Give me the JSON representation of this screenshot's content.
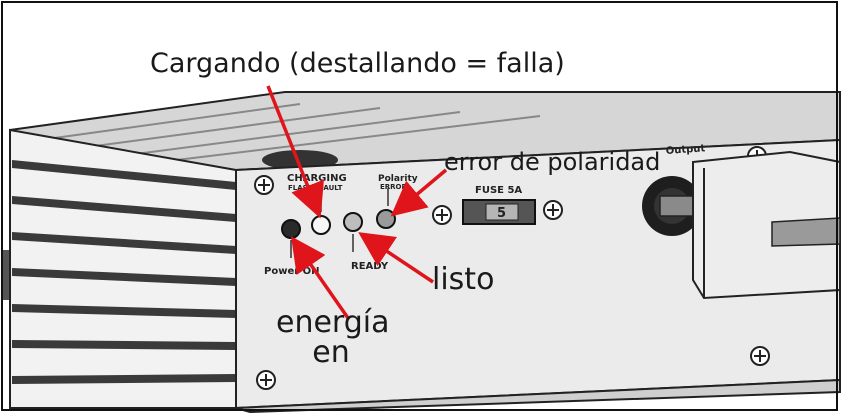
{
  "callouts": {
    "charging": "Cargando (destallando = falla)",
    "polarity_error": "error de polaridad",
    "ready": "listo",
    "power_line1": "energía",
    "power_line2": "en"
  },
  "panel_labels": {
    "charging": "CHARGING",
    "flash_fault": "FLASH=FAULT",
    "polarity": "Polarity",
    "error": "ERROR",
    "power_on": "Power ON",
    "ready": "READY",
    "fuse": "FUSE 5A",
    "fuse_value": "5",
    "output": "Output"
  },
  "colors": {
    "arrow": "#e0141b",
    "outline": "#111111",
    "metal": "#e9e9e9"
  }
}
